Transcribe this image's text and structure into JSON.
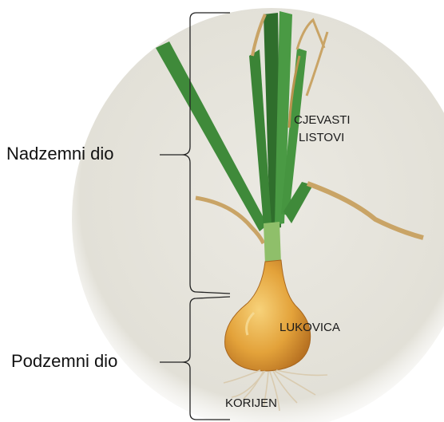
{
  "labels": {
    "above_ground": "Nadzemni dio",
    "below_ground": "Podzemni dio",
    "leaves_line1": "CJEVASTI",
    "leaves_line2": "LISTOVI",
    "bulb": "LUKOVICA",
    "root": "KORIJEN"
  },
  "colors": {
    "background_oval": "#e6e4dc",
    "leaf_green": "#3f8a3a",
    "leaf_dark": "#2f6e2c",
    "dry_leaf": "#c9a466",
    "bulb": "#e3a23a",
    "root": "#d9cbb0",
    "bracket": "#222222"
  }
}
